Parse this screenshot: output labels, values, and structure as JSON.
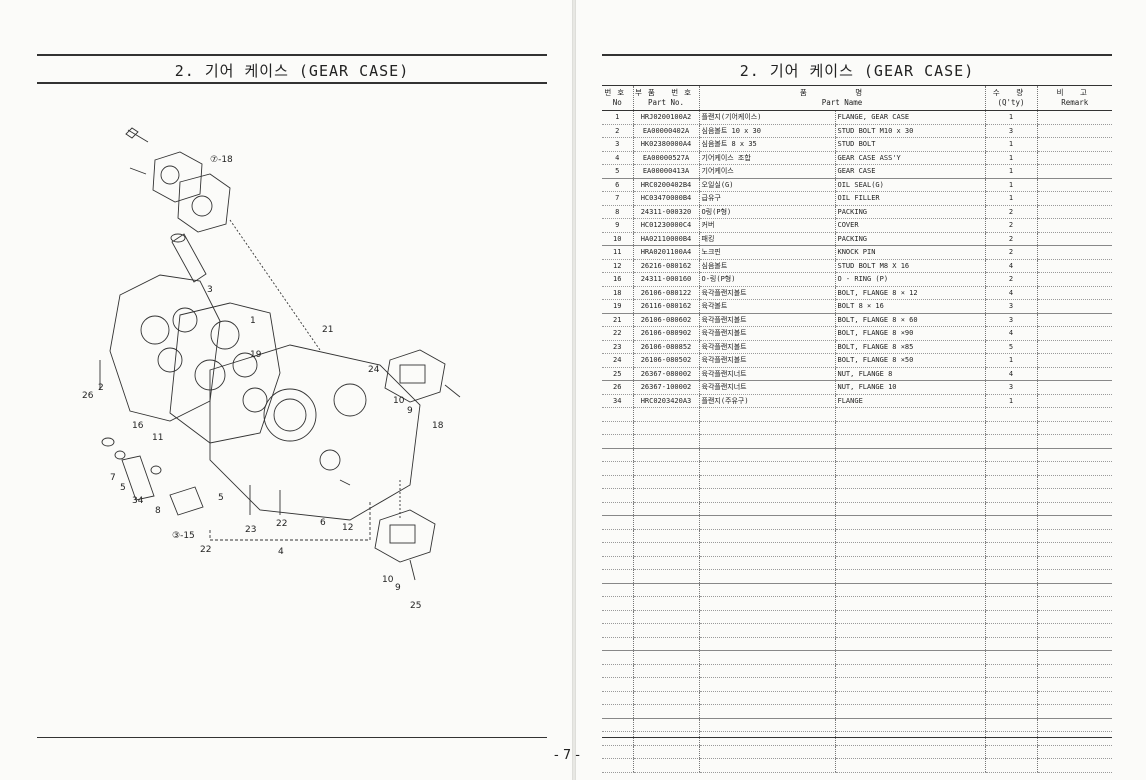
{
  "left_page": {
    "title": "2. 기어 케이스 (GEAR CASE)",
    "callouts": {
      "c7_18": "⑦-18",
      "c3": "3",
      "c1": "1",
      "c21": "21",
      "c19": "19",
      "c24": "24",
      "c26": "26",
      "c2": "2",
      "c16": "16",
      "c11": "11",
      "c10a": "10",
      "c9a": "9",
      "c18": "18",
      "c7": "7",
      "c5a": "5",
      "c34": "34",
      "c8": "8",
      "c5b": "5",
      "c3_15": "③-15",
      "c22a": "22",
      "c23": "23",
      "c22b": "22",
      "c6": "6",
      "c12": "12",
      "c4": "4",
      "c10b": "10",
      "c9b": "9",
      "c25": "25"
    }
  },
  "right_page": {
    "title": "2. 기어 케이스 (GEAR CASE)",
    "headers": {
      "no_ko": "번호",
      "no_en": "No",
      "partno_ko": "부품 번호",
      "partno_en": "Part  No.",
      "partname_ko": "품 명",
      "partname_en": "Part Name",
      "qty_ko": "수 량",
      "qty_en": "(Q'ty)",
      "remark_ko": "비 고",
      "remark_en": "Remark"
    },
    "rows": [
      {
        "no": "1",
        "part_no": "HRJ0200100A2",
        "name_ko": "플랜지(기어케이스)",
        "name_en": "FLANGE, GEAR CASE",
        "qty": "1"
      },
      {
        "no": "2",
        "part_no": "EA00000402A",
        "name_ko": "심음볼트 10 x 30",
        "name_en": "STUD BOLT M10 x 30",
        "qty": "3"
      },
      {
        "no": "3",
        "part_no": "HK02380000A4",
        "name_ko": "심음볼트 8 x 35",
        "name_en": "STUD BOLT",
        "qty": "1"
      },
      {
        "no": "4",
        "part_no": "EA00000527A",
        "name_ko": "기어케이스 조합",
        "name_en": "GEAR CASE ASS'Y",
        "qty": "1"
      },
      {
        "no": "5",
        "part_no": "EA00000413A",
        "name_ko": "기어케이스",
        "name_en": "GEAR CASE",
        "qty": "1"
      },
      {
        "no": "6",
        "part_no": "HRC0200402B4",
        "name_ko": "오일실(G)",
        "name_en": "OIL SEAL(G)",
        "qty": "1"
      },
      {
        "no": "7",
        "part_no": "HC03470000B4",
        "name_ko": "급유구",
        "name_en": "OIL FILLER",
        "qty": "1"
      },
      {
        "no": "8",
        "part_no": "24311-000320",
        "name_ko": "O링(P형)",
        "name_en": "PACKING",
        "qty": "2"
      },
      {
        "no": "9",
        "part_no": "HC01230000C4",
        "name_ko": "커버",
        "name_en": "COVER",
        "qty": "2"
      },
      {
        "no": "10",
        "part_no": "HA02110000B4",
        "name_ko": "패킹",
        "name_en": "PACKING",
        "qty": "2"
      },
      {
        "no": "11",
        "part_no": "HRA0201100A4",
        "name_ko": "노크핀",
        "name_en": "KNOCK PIN",
        "qty": "2"
      },
      {
        "no": "12",
        "part_no": "26216-080162",
        "name_ko": "심음볼트",
        "name_en": "STUD BOLT M8 X 16",
        "qty": "4"
      },
      {
        "no": "16",
        "part_no": "24311-000160",
        "name_ko": "O-링(P형)",
        "name_en": "O - RING (P)",
        "qty": "2"
      },
      {
        "no": "18",
        "part_no": "26106-080122",
        "name_ko": "육각플랜지볼트",
        "name_en": "BOLT, FLANGE 8 × 12",
        "qty": "4"
      },
      {
        "no": "19",
        "part_no": "26116-080162",
        "name_ko": "육각볼트",
        "name_en": "BOLT 8 × 16",
        "qty": "3"
      },
      {
        "no": "21",
        "part_no": "26106-080602",
        "name_ko": "육각플랜지볼트",
        "name_en": "BOLT, FLANGE 8 × 60",
        "qty": "3"
      },
      {
        "no": "22",
        "part_no": "26106-080902",
        "name_ko": "육각플랜지볼트",
        "name_en": "BOLT, FLANGE 8 ×90",
        "qty": "4"
      },
      {
        "no": "23",
        "part_no": "26106-080852",
        "name_ko": "육각플랜지볼트",
        "name_en": "BOLT, FLANGE 8 ×85",
        "qty": "5"
      },
      {
        "no": "24",
        "part_no": "26106-080502",
        "name_ko": "육각플랜지볼트",
        "name_en": "BOLT, FLANGE 8 ×50",
        "qty": "1"
      },
      {
        "no": "25",
        "part_no": "26367-080002",
        "name_ko": "육각플랜지너트",
        "name_en": "NUT, FLANGE 8",
        "qty": "4"
      },
      {
        "no": "26",
        "part_no": "26367-100002",
        "name_ko": "육각플랜지너트",
        "name_en": "NUT, FLANGE 10",
        "qty": "3"
      },
      {
        "no": "34",
        "part_no": "HRC0203420A3",
        "name_ko": "플랜지(주유구)",
        "name_en": "FLANGE",
        "qty": "1"
      }
    ]
  },
  "page_number": "- 7 -"
}
